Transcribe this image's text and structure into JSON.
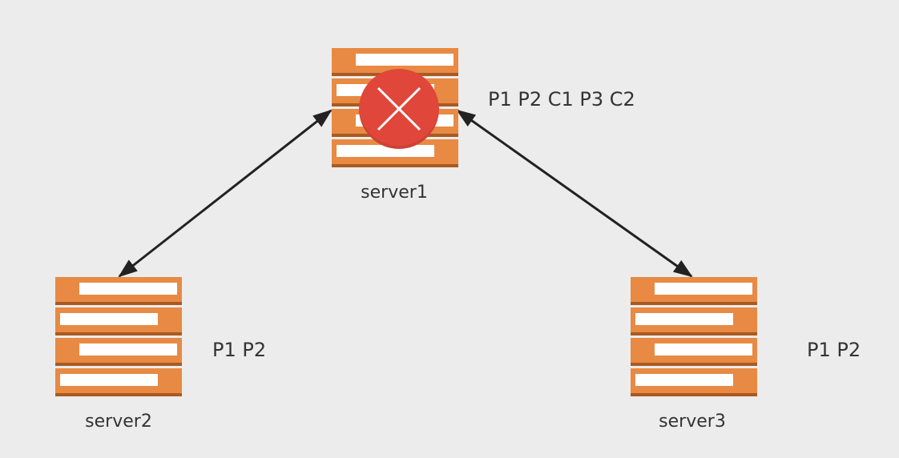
{
  "nodes": {
    "server1": {
      "name": "server1",
      "data": "P1 P2 C1 P3 C2",
      "status": "failed"
    },
    "server2": {
      "name": "server2",
      "data": "P1 P2"
    },
    "server3": {
      "name": "server3",
      "data": "P1 P2"
    }
  },
  "links": [
    {
      "from": "server1",
      "to": "server2",
      "direction": "bidirectional"
    },
    {
      "from": "server1",
      "to": "server3",
      "direction": "bidirectional"
    }
  ],
  "colors": {
    "background": "#ececec",
    "server_body": "#e88a43",
    "server_edge": "#a95a22",
    "slot": "#ffffff",
    "fail_badge": "#e0473a",
    "arrow": "#222222",
    "text": "#333333"
  },
  "icons": {
    "failure": "close-x-icon"
  }
}
